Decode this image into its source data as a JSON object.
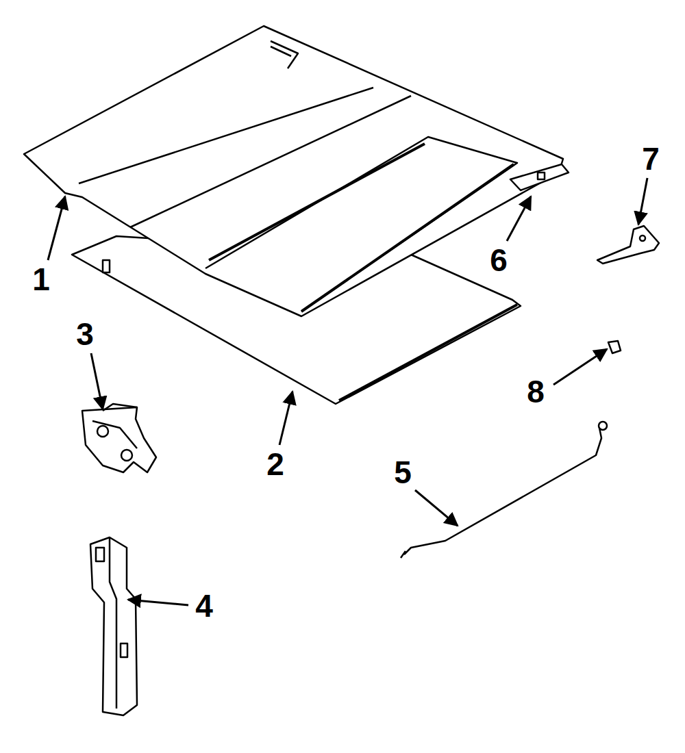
{
  "diagram": {
    "labels": [
      "7",
      "1",
      "6",
      "3",
      "8",
      "2",
      "5",
      "4"
    ]
  }
}
